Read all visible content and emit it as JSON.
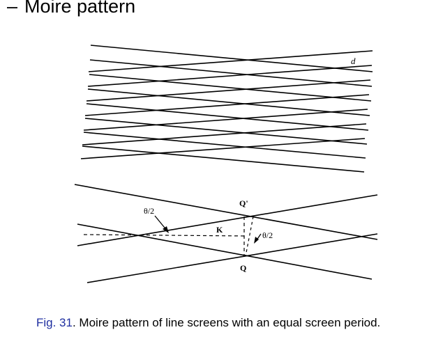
{
  "slide": {
    "bullet_dash": "–",
    "heading": "Moire pattern"
  },
  "figure": {
    "top_panel": {
      "label_d": "d"
    },
    "bottom_panel": {
      "label_theta_left": "θ/2",
      "label_theta_right": "θ/2",
      "label_k": "K",
      "label_q_prime": "Q'",
      "label_q": "Q"
    }
  },
  "caption": {
    "fig_number": "Fig. 31",
    "text": ". Moire pattern of line screens with an equal screen period."
  },
  "colors": {
    "caption_fig_number": "#1f2fa0",
    "lines": "#000000"
  }
}
